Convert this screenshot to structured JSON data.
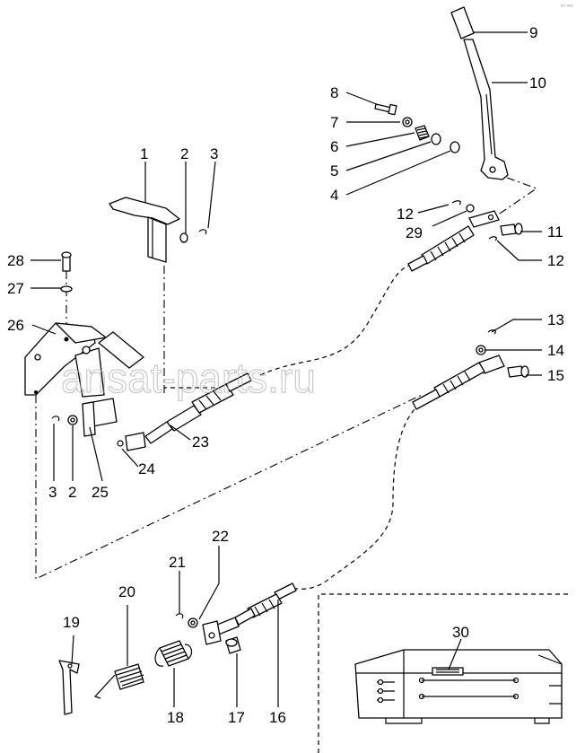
{
  "watermark": "ansat-parts.ru",
  "corner_mark": "ᵗᵖᵗ ˢʷᵖ",
  "labels": {
    "l1": "1",
    "l2a": "2",
    "l3a": "3",
    "l4": "4",
    "l5": "5",
    "l6": "6",
    "l7": "7",
    "l8": "8",
    "l9": "9",
    "l10": "10",
    "l11": "11",
    "l12a": "12",
    "l12b": "12",
    "l13": "13",
    "l14": "14",
    "l15": "15",
    "l16": "16",
    "l17": "17",
    "l18": "18",
    "l19": "19",
    "l20": "20",
    "l21": "21",
    "l22": "22",
    "l23": "23",
    "l24": "24",
    "l25": "25",
    "l26": "26",
    "l27": "27",
    "l28": "28",
    "l29": "29",
    "l30": "30",
    "l3b": "3",
    "l2b": "2"
  }
}
